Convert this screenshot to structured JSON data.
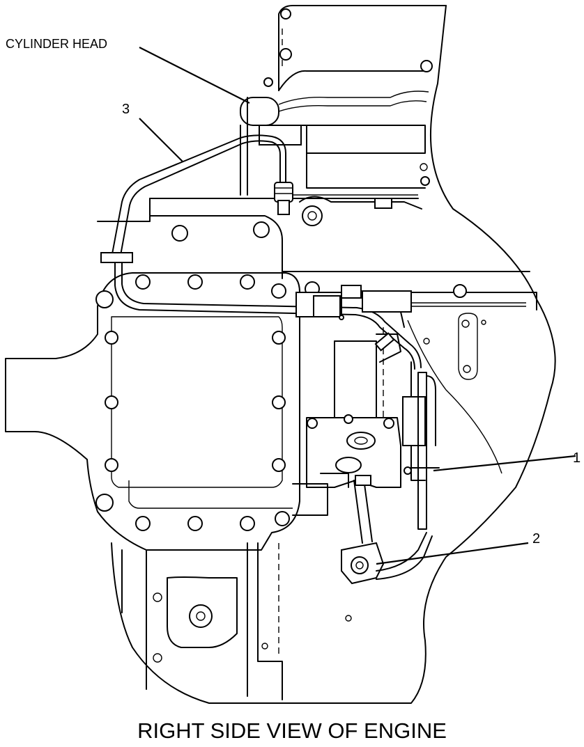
{
  "labels": {
    "cylinder_head": "CYLINDER HEAD",
    "callout_1": "1",
    "callout_2": "2",
    "callout_3": "3"
  },
  "caption": "RIGHT SIDE VIEW OF ENGINE"
}
